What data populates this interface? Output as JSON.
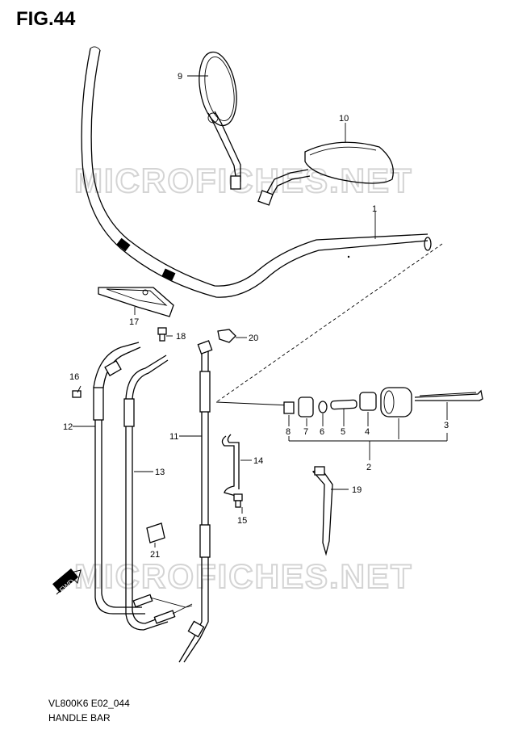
{
  "figure": {
    "title": "FIG.44",
    "code": "VL800K6 E02_044",
    "name": "HANDLE BAR"
  },
  "watermark": "MICROFICHES.NET",
  "fwd_label": "FWD",
  "callouts": [
    "1",
    "2",
    "3",
    "4",
    "5",
    "6",
    "7",
    "8",
    "9",
    "10",
    "11",
    "12",
    "13",
    "14",
    "15",
    "16",
    "17",
    "18",
    "19",
    "20",
    "21"
  ]
}
